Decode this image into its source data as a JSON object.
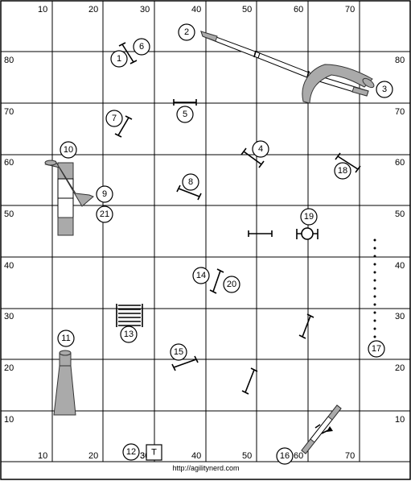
{
  "axes": {
    "top_labels": [
      "10",
      "20",
      "30",
      "40",
      "50",
      "60",
      "70"
    ],
    "bottom_labels": [
      "10",
      "20",
      "30",
      "40",
      "50",
      "60",
      "70"
    ],
    "left_labels": [
      "80",
      "70",
      "60",
      "50",
      "40",
      "30",
      "20",
      "10"
    ],
    "right_labels": [
      "80",
      "70",
      "60",
      "50",
      "40",
      "30",
      "20",
      "10"
    ]
  },
  "obstacles": {
    "n1": "1",
    "n2": "2",
    "n3": "3",
    "n4": "4",
    "n5": "5",
    "n6": "6",
    "n7": "7",
    "n8": "8",
    "n9": "9",
    "n10": "10",
    "n11": "11",
    "n12": "12",
    "n13": "13",
    "n14": "14",
    "n15": "15",
    "n16": "16",
    "n17": "17",
    "n18": "18",
    "n19": "19",
    "n20": "20",
    "n21": "21"
  },
  "table_marker": "T",
  "start_number": "3",
  "footer": {
    "url": "http://agilitynerd.com"
  }
}
